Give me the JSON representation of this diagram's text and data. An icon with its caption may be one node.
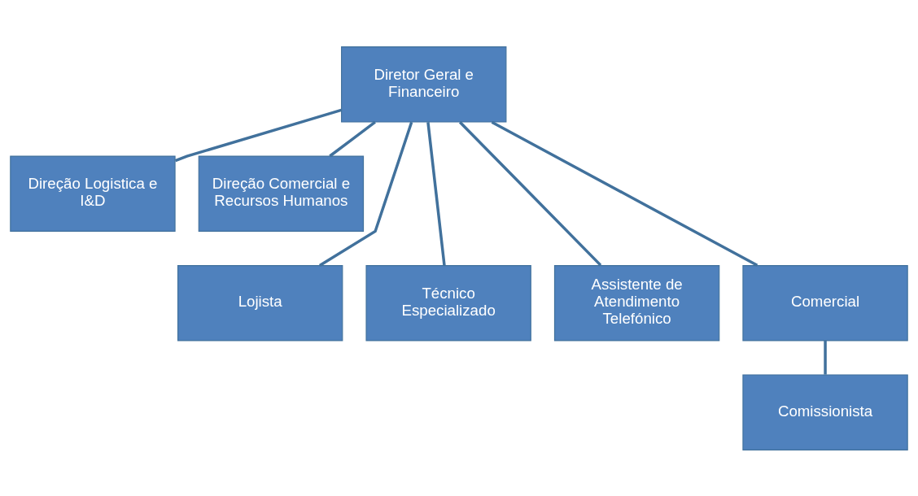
{
  "diagram": {
    "nodes": [
      {
        "text": [
          "Diretor Geral e Financeiro"
        ]
      },
      {
        "text": [
          "Direção Logistica e I&D"
        ]
      },
      {
        "text": [
          "Direção Comercial e Recursos Humanos"
        ]
      },
      {
        "text": [
          "Lojista"
        ]
      },
      {
        "text": [
          "Técnico Especializado"
        ]
      },
      {
        "text": [
          "Assistente de Atendimento Telefónico"
        ]
      },
      {
        "text": [
          "Comercial"
        ]
      },
      {
        "text": [
          "Comissionista"
        ]
      }
    ],
    "edges": [
      {
        "from": 0,
        "to": 1,
        "arrow": "none"
      },
      {
        "from": 0,
        "to": 2,
        "arrow": "none"
      },
      {
        "from": 0,
        "to": 3,
        "arrow": "none"
      },
      {
        "from": 0,
        "to": 4,
        "arrow": "none"
      },
      {
        "from": 0,
        "to": 5,
        "arrow": "none"
      },
      {
        "from": 0,
        "to": 6,
        "arrow": "none"
      },
      {
        "from": 6,
        "to": 7,
        "arrow": "none"
      }
    ]
  }
}
